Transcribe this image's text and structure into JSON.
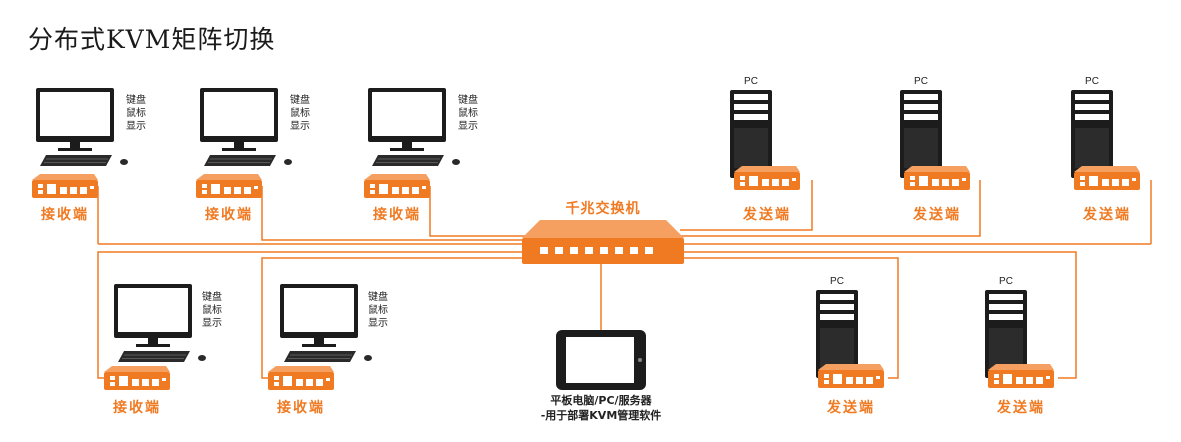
{
  "title": "分布式KVM矩阵切换",
  "receiver_label": "接收端",
  "sender_label": "发送端",
  "switch_label": "千兆交换机",
  "pc_label": "PC",
  "peripherals": [
    "键盘",
    "鼠标",
    "显示"
  ],
  "tablet_label": [
    "平板电脑/PC/服务器",
    "-用于部署KVM管理软件"
  ],
  "colors": {
    "accent": "#f07a22",
    "dark": "#222222"
  }
}
